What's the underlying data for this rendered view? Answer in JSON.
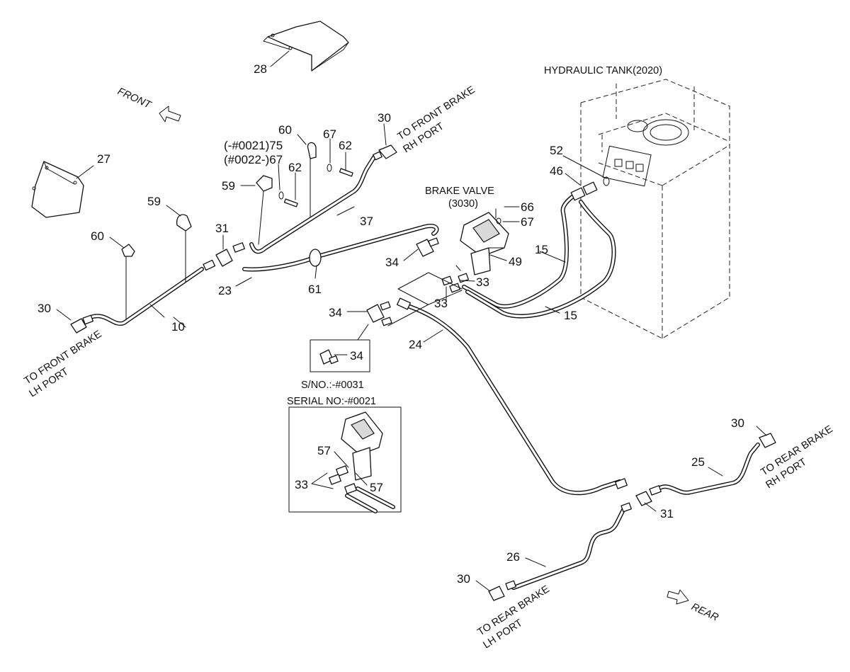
{
  "diagram": {
    "titles": {
      "hydraulic_tank": "HYDRAULIC TANK(2020)",
      "brake_valve": "BRAKE VALVE",
      "brake_valve_ref": "(3030)",
      "inset_small": "S/NO.:-#0031",
      "inset_large": "SERIAL NO:-#0021"
    },
    "directions": {
      "front": "FRONT",
      "rear": "REAR"
    },
    "port_labels": {
      "front_rh_1": "TO FRONT BRAKE",
      "front_rh_2": "RH PORT",
      "front_lh_1": "TO FRONT BRAKE",
      "front_lh_2": "LH PORT",
      "rear_rh_1": "TO REAR BRAKE",
      "rear_rh_2": "RH PORT",
      "rear_lh_1": "TO REAR BRAKE",
      "rear_lh_2": "LH PORT"
    },
    "callouts": {
      "c28": "28",
      "c27": "27",
      "c30_top": "30",
      "c60_top": "60",
      "c67_top": "67",
      "c62_top": "62",
      "c75": "(-#0021)75",
      "c67_b": "(#0022-)67",
      "c62_mid": "62",
      "c59_mid": "59",
      "c37": "37",
      "c59_left": "59",
      "c31_mid": "31",
      "c60_left": "60",
      "c30_left": "30",
      "c10": "10",
      "c23": "23",
      "c61": "61",
      "c52": "52",
      "c46": "46",
      "c66": "66",
      "c67_bv": "67",
      "c15_a": "15",
      "c15_b": "15",
      "c34_a": "34",
      "c49": "49",
      "c33_a": "33",
      "c33_b": "33",
      "c34_b": "34",
      "c24": "24",
      "c34_inset": "34",
      "c57_a": "57",
      "c57_b": "57",
      "c33_inset": "33",
      "c30_rr": "30",
      "c25": "25",
      "c31_rear": "31",
      "c26": "26",
      "c30_rl": "30"
    }
  }
}
